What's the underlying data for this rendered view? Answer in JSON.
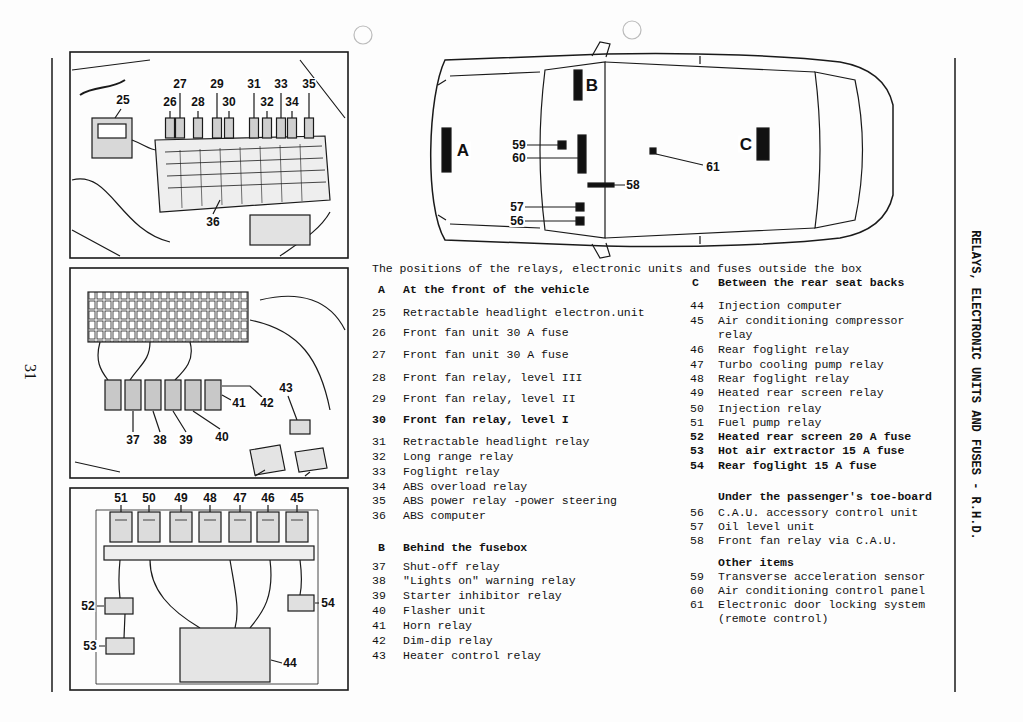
{
  "diagram": {
    "title": "The positions of the relays, electronic units and fuses outside the box",
    "labels": [
      "25",
      "26",
      "27",
      "28",
      "29",
      "30",
      "31",
      "32",
      "33",
      "34",
      "35",
      "36",
      "37",
      "38",
      "39",
      "40",
      "41",
      "42",
      "43",
      "44",
      "45",
      "46",
      "47",
      "48",
      "49",
      "50",
      "51",
      "52",
      "53",
      "54",
      "A",
      "B",
      "C",
      "56",
      "57",
      "58",
      "59",
      "60",
      "61",
      "A",
      "At the front of the vehicle",
      "25",
      "Retractable headlight electron.unit",
      "26",
      "Front fan unit 30 A fuse",
      "27",
      "Front fan unit 30 A fuse",
      "28",
      "Front fan relay, level III",
      "29",
      "Front fan relay, level II",
      "30",
      "Front fan relay, level I",
      "31",
      "Retractable headlight relay",
      "32",
      "Long range relay",
      "33",
      "Foglight relay",
      "34",
      "ABS overload relay",
      "35",
      "ABS power relay -power steering",
      "36",
      "ABS computer",
      "B",
      "Behind the fusebox",
      "37",
      "Shut-off relay",
      "38",
      "\"Lights on\" warning relay",
      "39",
      "Starter inhibitor relay",
      "40",
      "Flasher unit",
      "41",
      "Horn relay",
      "42",
      "Dim-dip relay",
      "43",
      "Heater control relay",
      "C",
      "Between the rear seat backs",
      "44",
      "Injection computer",
      "45",
      "Air conditioning compressor relay",
      "46",
      "Rear foglight relay",
      "47",
      "Turbo cooling pump relay",
      "48",
      "Rear foglight relay",
      "49",
      "Heated rear screen relay",
      "50",
      "Injection relay",
      "51",
      "Fuel pump relay",
      "52",
      "Heated rear screen 20 A fuse",
      "53",
      "Hot air extractor 15 A fuse",
      "54",
      "Rear foglight 15 A fuse",
      "Under the passenger's toe-board",
      "56",
      "C.A.U. accessory control unit",
      "57",
      "Oil level unit",
      "58",
      "Front fan relay via C.A.U.",
      "Other items",
      "59",
      "Transverse acceleration sensor",
      "60",
      "Air conditioning control panel",
      "61",
      "Electronic door locking system (remote control)",
      "RELAYS, ELECTRONIC UNITS AND FUSES - R.H.D.",
      "31"
    ]
  }
}
